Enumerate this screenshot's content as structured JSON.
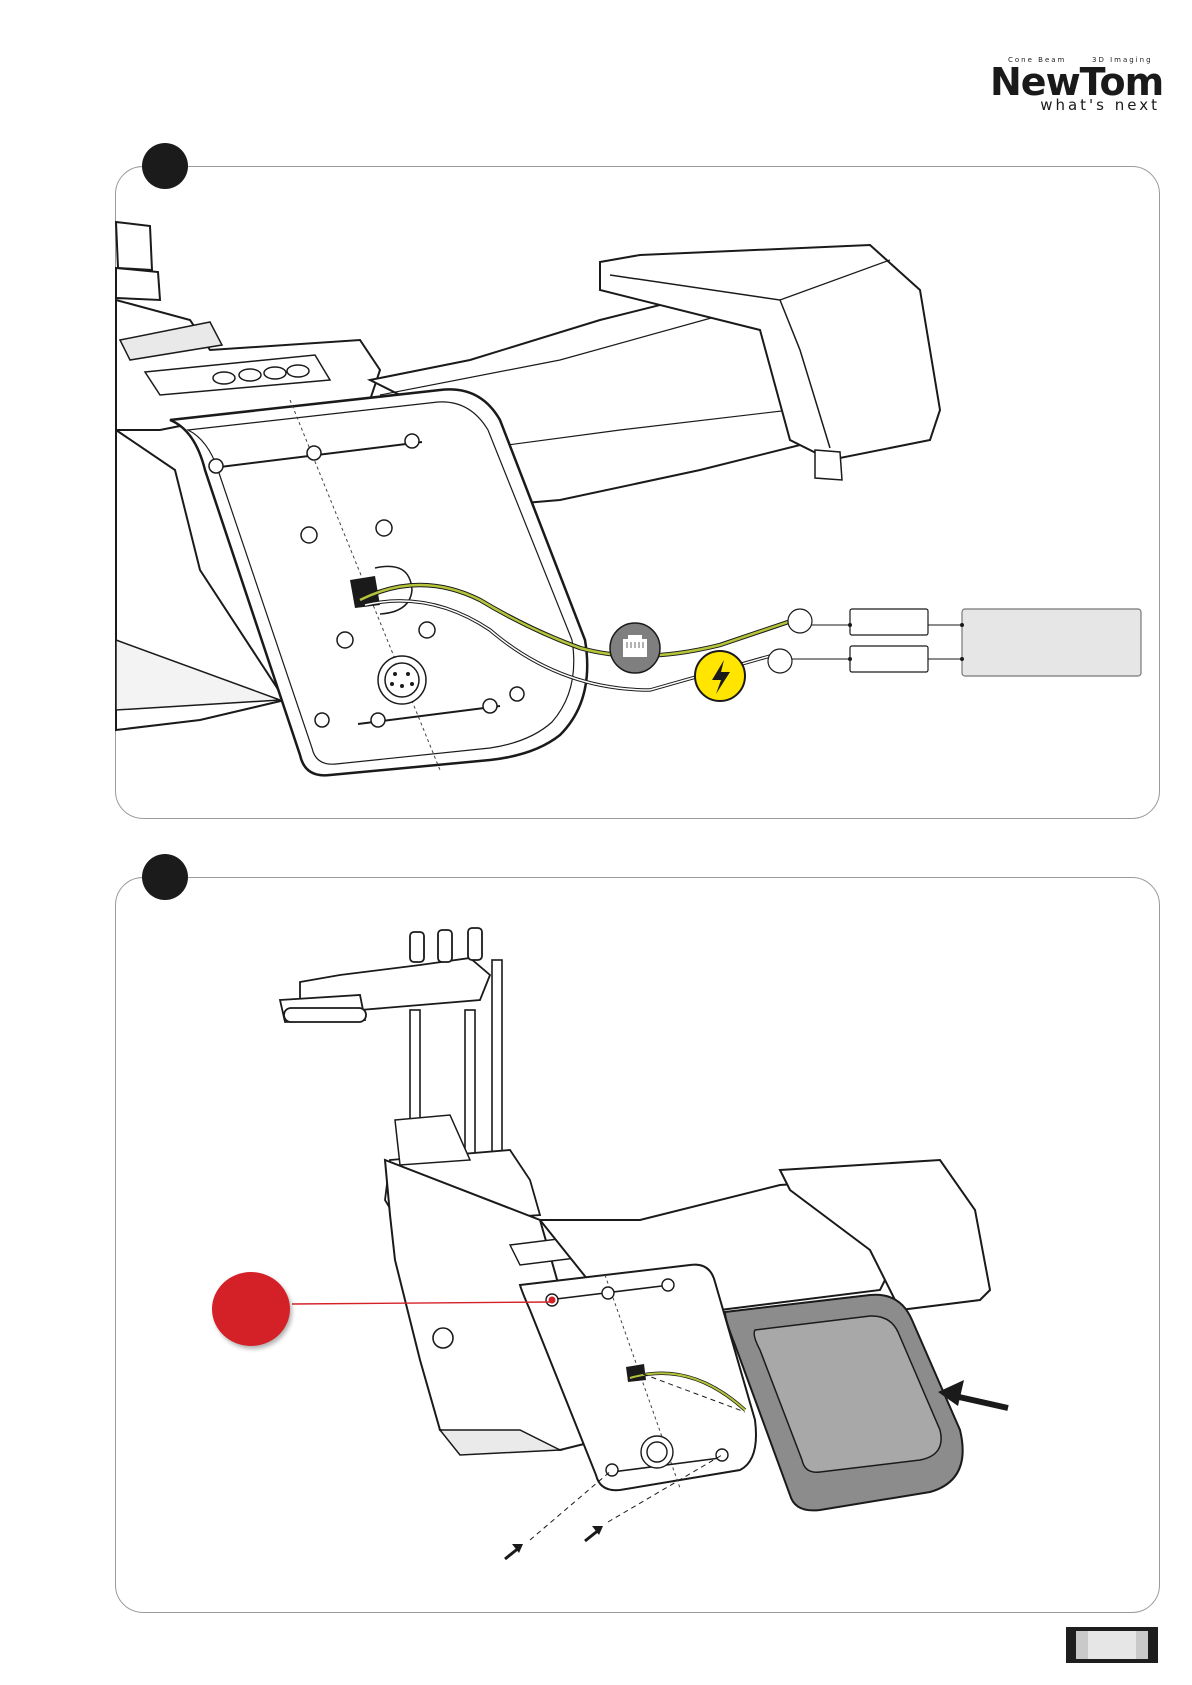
{
  "header": {
    "brand": "NewTom",
    "tag_left": "Cone Beam",
    "tag_right": "3D Imaging",
    "slogan": "what's next"
  },
  "panels": [
    {
      "step_marker": "",
      "icons": [
        "ethernet-port-icon",
        "lightning-bolt-icon"
      ]
    },
    {
      "step_marker": "",
      "callout_marker": ""
    }
  ],
  "colors": {
    "step_marker": "#1b1b1b",
    "callout_marker": "#d42027",
    "ethernet_cable": "#b5c43a",
    "power_badge": "#ffe500",
    "network_icon": "#7f7f7f"
  },
  "page_number": ""
}
